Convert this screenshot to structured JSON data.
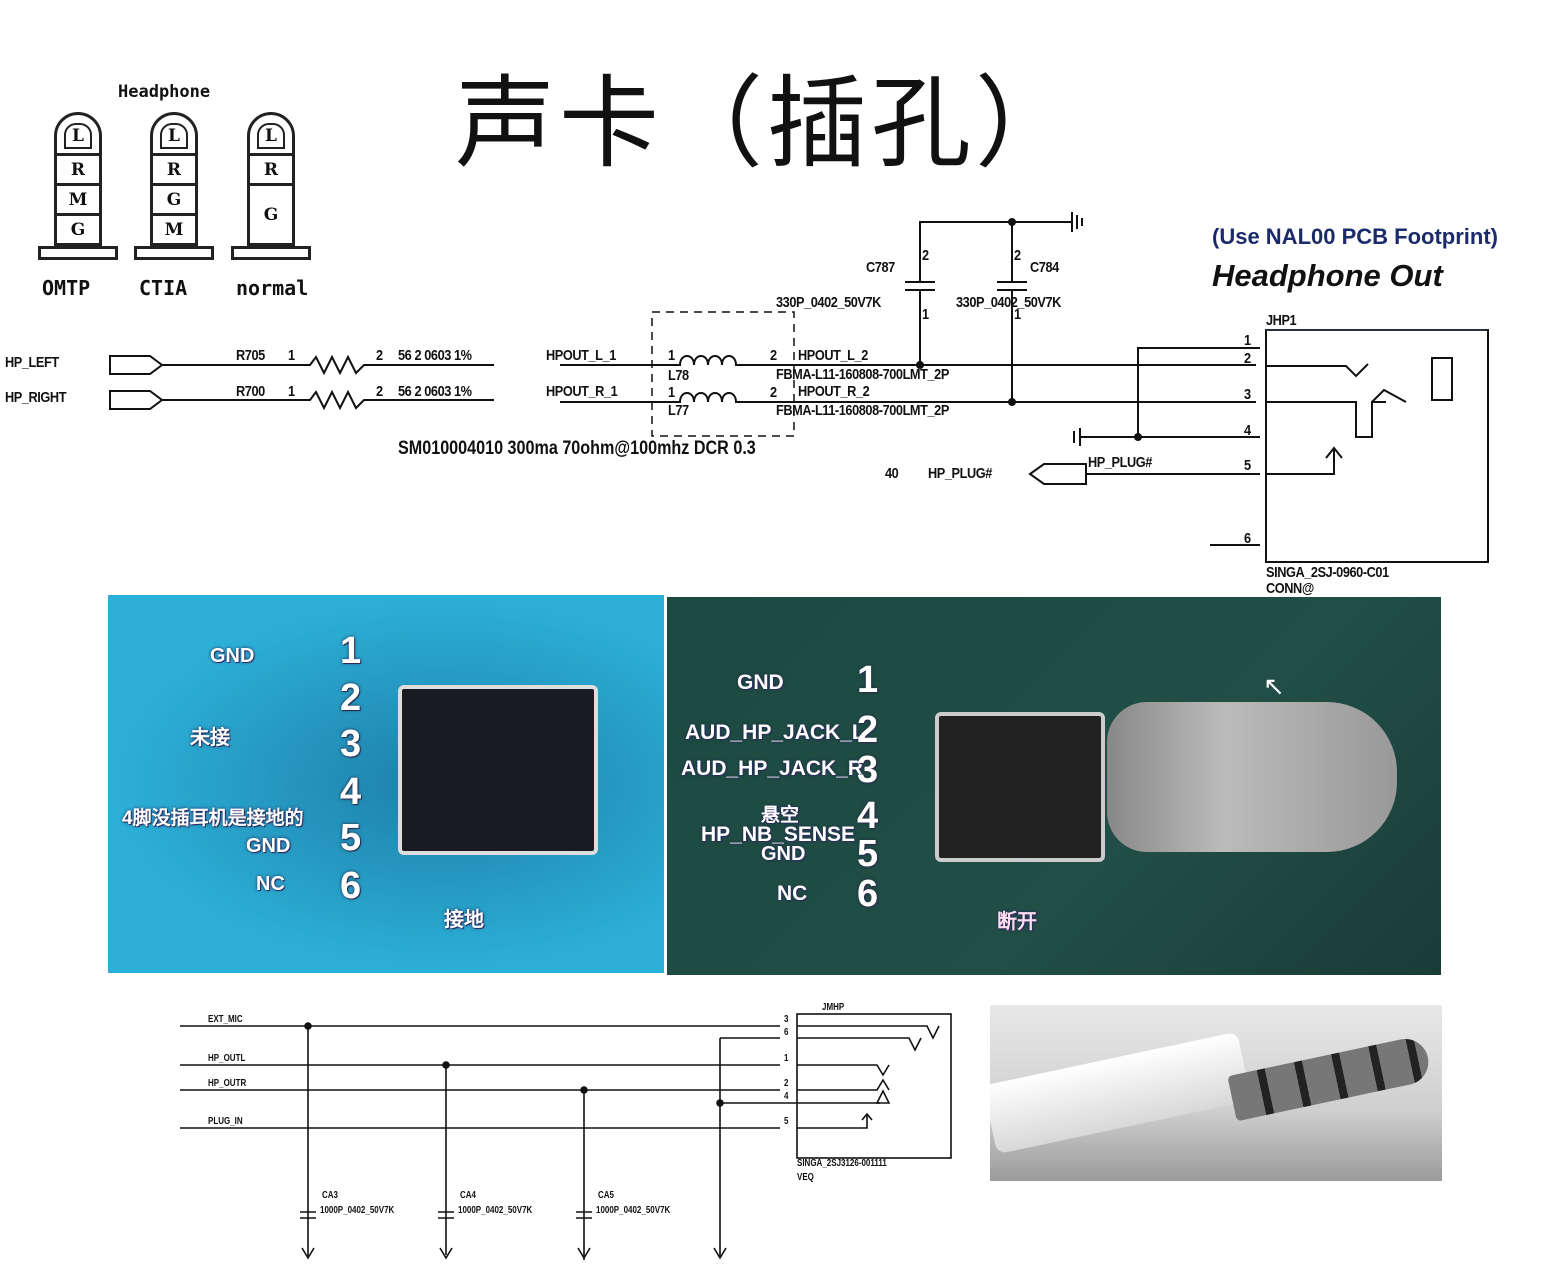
{
  "title": "声卡（插孔）",
  "plugs": {
    "heading": "Headphone",
    "types": [
      {
        "name": "OMTP",
        "rings": [
          "L",
          "R",
          "M",
          "G"
        ]
      },
      {
        "name": "CTIA",
        "rings": [
          "L",
          "R",
          "G",
          "M"
        ]
      },
      {
        "name": "normal",
        "rings": [
          "L",
          "R",
          "G"
        ]
      }
    ]
  },
  "schematic": {
    "note": "(Use NAL00 PCB Footprint)",
    "heading": "Headphone Out",
    "ports": {
      "left": "HP_LEFT",
      "right": "HP_RIGHT",
      "plug": "HP_PLUG#",
      "plug_page": "40",
      "plug_net": "HP_PLUG#"
    },
    "resistors": [
      {
        "ref": "R705",
        "value": "56 2 0603 1%",
        "p1": "1",
        "p2": "2"
      },
      {
        "ref": "R700",
        "value": "56 2 0603 1%",
        "p1": "1",
        "p2": "2"
      }
    ],
    "nets": {
      "l1": "HPOUT_L_1",
      "r1": "HPOUT_R_1",
      "l2": "HPOUT_L_2",
      "r2": "HPOUT_R_2"
    },
    "inductors": [
      {
        "ref": "L78",
        "part": "FBMA-L11-160808-700LMT_2P",
        "p1": "1",
        "p2": "2"
      },
      {
        "ref": "L77",
        "part": "FBMA-L11-160808-700LMT_2P",
        "p1": "1",
        "p2": "2"
      }
    ],
    "bead_note": "SM010004010 300ma 70ohm@100mhz DCR 0.3",
    "caps": [
      {
        "ref": "C787",
        "value": "330P_0402_50V7K",
        "p2": "2",
        "p1": "1"
      },
      {
        "ref": "C784",
        "value": "330P_0402_50V7K",
        "p2": "2",
        "p1": "1"
      }
    ],
    "connector": {
      "ref": "JHP1",
      "part": "SINGA_2SJ-0960-C01",
      "footer": "CONN@",
      "pins": [
        "1",
        "2",
        "3",
        "4",
        "5",
        "6"
      ]
    }
  },
  "photo_left": {
    "labels": {
      "gnd1": "GND",
      "unconnected": "未接",
      "pin4_note": "4脚没插耳机是接地的",
      "gnd2": "GND",
      "nc": "NC",
      "ground": "接地"
    },
    "numbers": [
      "1",
      "2",
      "3",
      "4",
      "5",
      "6"
    ]
  },
  "photo_right": {
    "labels": {
      "gnd": "GND",
      "jack_l": "AUD_HP_JACK_L",
      "jack_r": "AUD_HP_JACK_R",
      "floating": "悬空",
      "sense": "HP_NB_SENSE",
      "gnd2": "GND",
      "nc": "NC",
      "open": "断开"
    },
    "numbers": [
      "1",
      "2",
      "3",
      "4",
      "5",
      "6"
    ]
  },
  "bottom_schematic": {
    "nets": [
      "EXT_MIC",
      "HP_OUTL",
      "HP_OUTR",
      "PLUG_IN"
    ],
    "connector": {
      "ref": "JMHP",
      "part": "SINGA_2SJ3126-001111",
      "footer": "VEQ",
      "pins": [
        "3",
        "6",
        "1",
        "2",
        "4",
        "5"
      ]
    },
    "caps": [
      {
        "ref": "CA3",
        "value": "1000P_0402_50V7K"
      },
      {
        "ref": "CA4",
        "value": "1000P_0402_50V7K"
      },
      {
        "ref": "CA5",
        "value": "1000P_0402_50V7K"
      }
    ]
  }
}
